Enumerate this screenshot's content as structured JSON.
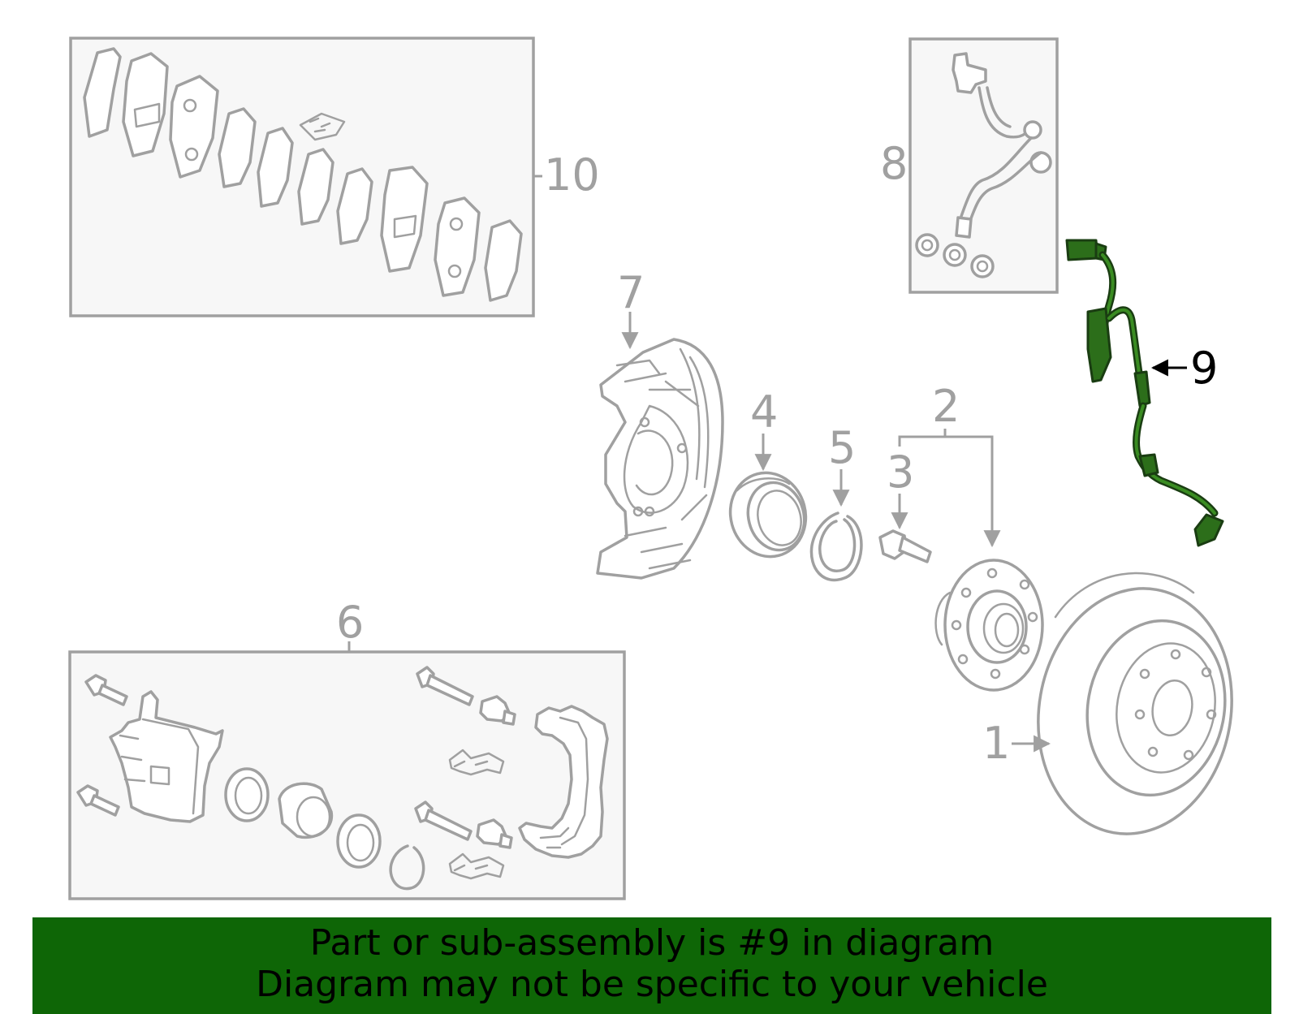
{
  "callouts": {
    "c1": "1",
    "c2": "2",
    "c3": "3",
    "c4": "4",
    "c5": "5",
    "c6": "6",
    "c7": "7",
    "c8": "8",
    "c9": "9",
    "c10": "10"
  },
  "highlight": {
    "part_number": "9",
    "color": "#2c6e1a"
  },
  "footer": {
    "line1": "Part or sub-assembly is #9 in diagram",
    "line2": "Diagram may not be specific to your vehicle",
    "background": "#0e6606"
  }
}
